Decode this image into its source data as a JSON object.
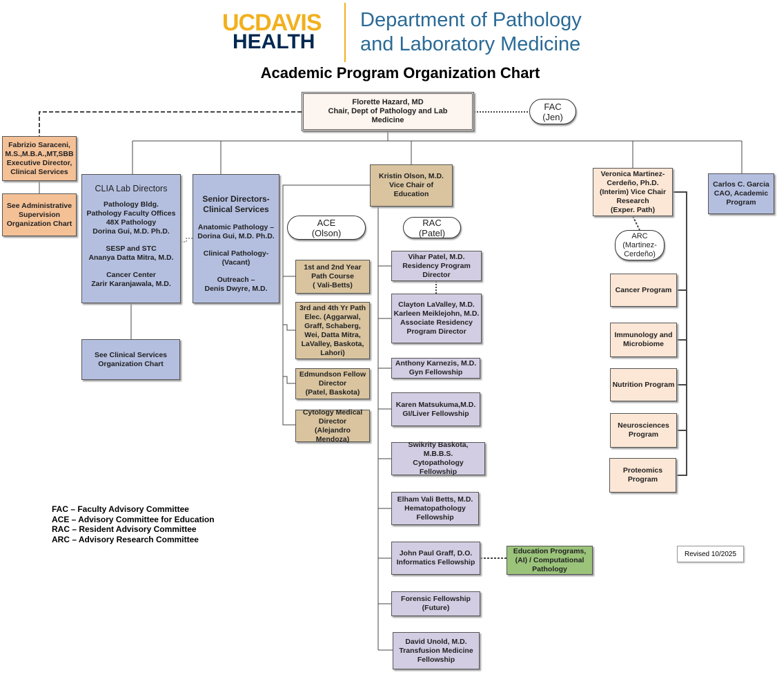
{
  "header": {
    "logo_top": "UCDAVIS",
    "logo_bottom": "HEALTH",
    "dept_line1": "Department of Pathology",
    "dept_line2": "and Laboratory Medicine",
    "title": "Academic Program Organization Chart"
  },
  "chair": [
    "Florette Hazard, MD",
    "Chair, Dept of Pathology and Lab",
    "Medicine"
  ],
  "fac": [
    "FAC",
    "(Jen)"
  ],
  "fabrizio": [
    "Fabrizio Saraceni,",
    "M.S.,M.B.A.,MT,SBB",
    "Executive Director,",
    "Clinical Services"
  ],
  "admin": [
    "See Administrative",
    "Supervision",
    "Organization Chart"
  ],
  "clia": {
    "title": "CLIA Lab Directors",
    "g1": [
      "Pathology Bldg.",
      "Pathology Faculty Offices",
      "48X Pathology",
      "Dorina Gui, M.D. Ph.D."
    ],
    "g2": [
      "SESP and STC",
      "Ananya Datta Mitra, M.D."
    ],
    "g3": [
      "Cancer Center",
      "Zarir Karanjawala, M.D."
    ]
  },
  "senior": {
    "title": [
      "Senior Directors-",
      "Clinical Services"
    ],
    "g1": [
      "Anatomic Pathology –",
      "Dorina Gui, M.D. Ph.D."
    ],
    "g2": [
      "Clinical Pathology-",
      "(Vacant)"
    ],
    "g3": [
      "Outreach –",
      "Denis Dwyre, M.D."
    ]
  },
  "see_clinical": [
    "See Clinical Services",
    "Organization Chart"
  ],
  "kristin": [
    "Kristin Olson, M.D.",
    "Vice Chair of",
    "Education"
  ],
  "ace": [
    "ACE",
    "(Olson)"
  ],
  "rac": [
    "RAC",
    "(Patel)"
  ],
  "tan": [
    [
      "1st and 2nd Year",
      "Path Course",
      "( Vali-Betts)"
    ],
    [
      "3rd and 4th Yr Path",
      "Elec. (Aggarwal,",
      "Graff, Schaberg,",
      "Wei, Datta Mitra,",
      "LaValley, Baskota,",
      "Lahori)"
    ],
    [
      "Edmundson Fellow",
      "Director",
      "(Patel, Baskota)"
    ],
    [
      "Cytology Medical",
      "Director",
      "(Alejandro Mendoza)"
    ]
  ],
  "lav": [
    [
      "Vihar Patel, M.D.",
      "Residency Program",
      "Director"
    ],
    [
      "Clayton LaValley, M.D.",
      "Karleen Meiklejohn, M.D.",
      "Associate Residency",
      "Program Director"
    ],
    [
      "Anthony Karnezis, M.D.",
      "Gyn Fellowship"
    ],
    [
      "Karen Matsukuma,M.D.",
      "GI/Liver Fellowship"
    ],
    [
      "Swikrity Baskota, M.B.B.S.",
      "Cytopathology Fellowship"
    ],
    [
      "Elham Vali Betts, M.D.",
      "Hematopathology",
      "Fellowship"
    ],
    [
      "John Paul Graff, D.O.",
      "Informatics Fellowship"
    ],
    [
      "Forensic Fellowship",
      "(Future)"
    ],
    [
      "David Unold, M.D.",
      "Transfusion Medicine",
      "Fellowship"
    ]
  ],
  "green": [
    "Education Programs,",
    "(AI) / Computational",
    "Pathology"
  ],
  "veronica": [
    "Veronica Martinez-",
    "Cerdeño, Ph.D.",
    "(Interim) Vice Chair",
    "Research",
    "(Exper. Path)"
  ],
  "arc": [
    "ARC",
    "(Martinez-",
    "Cerdeño)"
  ],
  "carlos": [
    "Carlos C. Garcia",
    "CAO, Academic",
    "Program"
  ],
  "peach": [
    [
      "Cancer Program"
    ],
    [
      "Immunology and",
      "Microbiome"
    ],
    [
      "Nutrition Program"
    ],
    [
      "Neurosciences",
      "Program"
    ],
    [
      "Proteomics",
      "Program"
    ]
  ],
  "legend": [
    "FAC – Faculty Advisory Committee",
    "ACE – Advisory Committee for Education",
    "RAC – Resident Advisory Committee",
    "ARC – Advisory Research Committee"
  ],
  "revised": "Revised 10/2025"
}
